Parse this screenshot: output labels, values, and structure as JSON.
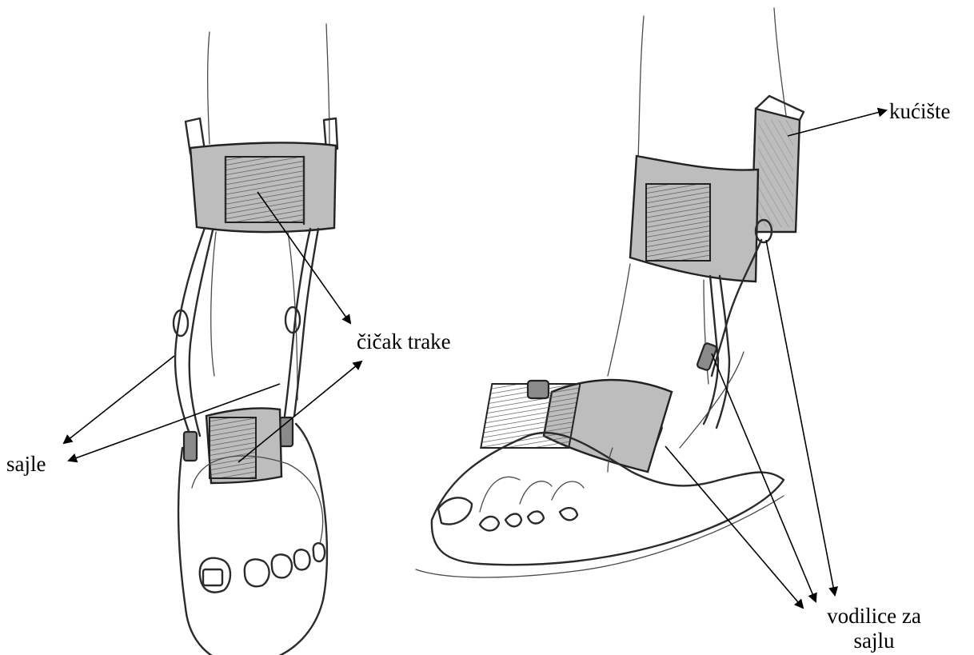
{
  "labels": {
    "kuciste": "kućište",
    "cicak_trake": "čičak trake",
    "sajle": "sajle",
    "vodilice_line1": "vodilice za",
    "vodilice_line2": "sajlu"
  },
  "colors": {
    "background": "#ffffff",
    "ink": "#000000",
    "pencil": "#2b2b2b",
    "strap_shading": "#bdbdbd"
  }
}
